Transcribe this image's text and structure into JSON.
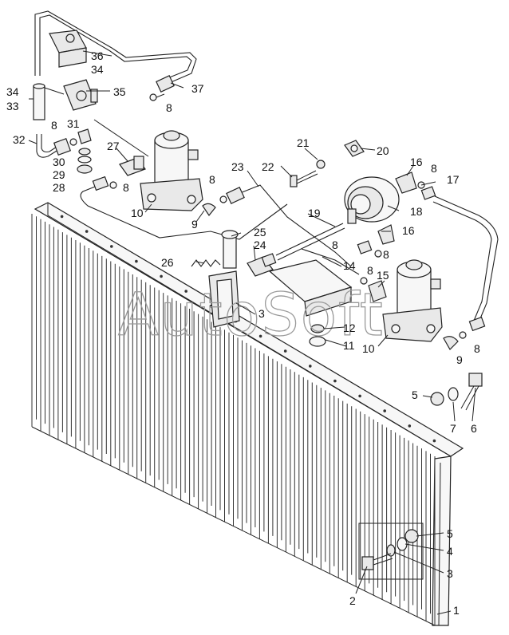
{
  "watermark": "AutoSoft",
  "callouts": [
    {
      "id": "c1",
      "text": "1"
    },
    {
      "id": "c2",
      "text": "2"
    },
    {
      "id": "c3",
      "text": "3"
    },
    {
      "id": "c3b",
      "text": "3"
    },
    {
      "id": "c4",
      "text": "4"
    },
    {
      "id": "c5",
      "text": "5"
    },
    {
      "id": "c5b",
      "text": "5"
    },
    {
      "id": "c6",
      "text": "6"
    },
    {
      "id": "c7",
      "text": "7"
    },
    {
      "id": "c8a",
      "text": "8"
    },
    {
      "id": "c8b",
      "text": "8"
    },
    {
      "id": "c8c",
      "text": "8"
    },
    {
      "id": "c8d",
      "text": "8"
    },
    {
      "id": "c8e",
      "text": "8"
    },
    {
      "id": "c8f",
      "text": "8"
    },
    {
      "id": "c8g",
      "text": "8"
    },
    {
      "id": "c8h",
      "text": "8"
    },
    {
      "id": "c8i",
      "text": "8"
    },
    {
      "id": "c9a",
      "text": "9"
    },
    {
      "id": "c9b",
      "text": "9"
    },
    {
      "id": "c10a",
      "text": "10"
    },
    {
      "id": "c10b",
      "text": "10"
    },
    {
      "id": "c11",
      "text": "11"
    },
    {
      "id": "c12",
      "text": "12"
    },
    {
      "id": "c14",
      "text": "14"
    },
    {
      "id": "c15",
      "text": "15"
    },
    {
      "id": "c16a",
      "text": "16"
    },
    {
      "id": "c16b",
      "text": "16"
    },
    {
      "id": "c17",
      "text": "17"
    },
    {
      "id": "c18",
      "text": "18"
    },
    {
      "id": "c19",
      "text": "19"
    },
    {
      "id": "c20",
      "text": "20"
    },
    {
      "id": "c21",
      "text": "21"
    },
    {
      "id": "c22",
      "text": "22"
    },
    {
      "id": "c23",
      "text": "23"
    },
    {
      "id": "c24",
      "text": "24"
    },
    {
      "id": "c25",
      "text": "25"
    },
    {
      "id": "c26",
      "text": "26"
    },
    {
      "id": "c27",
      "text": "27"
    },
    {
      "id": "c28",
      "text": "28"
    },
    {
      "id": "c29",
      "text": "29"
    },
    {
      "id": "c30",
      "text": "30"
    },
    {
      "id": "c31",
      "text": "31"
    },
    {
      "id": "c32",
      "text": "32"
    },
    {
      "id": "c33",
      "text": "33"
    },
    {
      "id": "c34a",
      "text": "34"
    },
    {
      "id": "c34b",
      "text": "34"
    },
    {
      "id": "c35",
      "text": "35"
    },
    {
      "id": "c36",
      "text": "36"
    },
    {
      "id": "c37",
      "text": "37"
    }
  ]
}
